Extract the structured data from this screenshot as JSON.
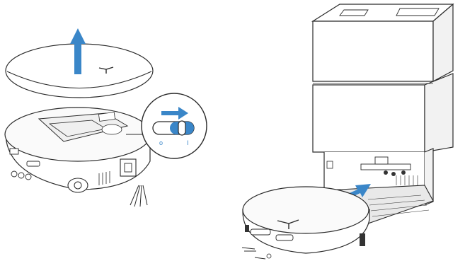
{
  "colors": {
    "accent": "#3a86c8",
    "line": "#2b2b2b",
    "fill_light": "#ffffff",
    "fill_gray": "#e9e9e9",
    "fill_dark": "#333333"
  },
  "switch": {
    "off_label": "o",
    "on_label": "I",
    "state": "on"
  },
  "icons": [
    "lift-arrow-icon",
    "slide-right-arrow-icon",
    "insert-arrow-icon"
  ]
}
